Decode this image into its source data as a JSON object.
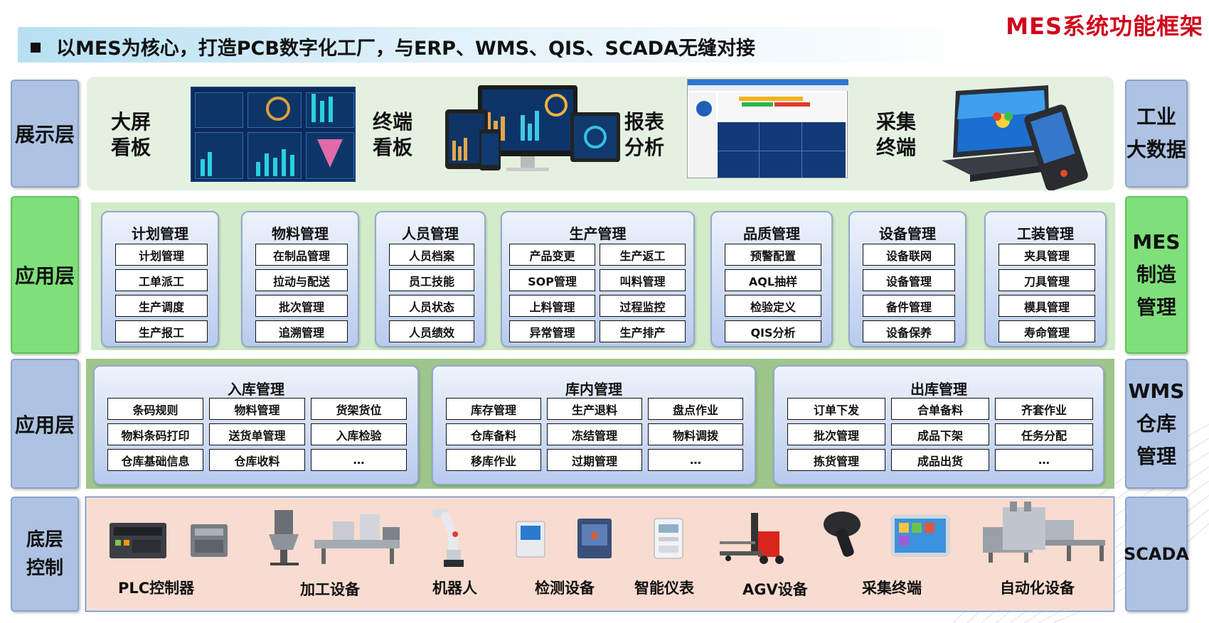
{
  "header": {
    "corner_title": "MES系统功能框架",
    "subtitle": "以MES为核心，打造PCB数字化工厂，与ERP、WMS、QIS、SCADA无缝对接"
  },
  "left_labels": {
    "display": "展示层",
    "mes_app": "应用层",
    "wms_app": "应用层",
    "control": "底层\n控制"
  },
  "right_labels": {
    "bigdata": "工业\n大数据",
    "mes": "MES\n制造\n管理",
    "wms": "WMS\n仓库\n管理",
    "scada": "SCADA"
  },
  "display_layer": {
    "items": [
      "大屏\n看板",
      "终端\n看板",
      "报表\n分析",
      "采集\n终端"
    ]
  },
  "mes_modules": [
    {
      "title": "计划管理",
      "items": [
        "计划管理",
        "工单派工",
        "生产调度",
        "生产报工"
      ]
    },
    {
      "title": "物料管理",
      "items": [
        "在制品管理",
        "拉动与配送",
        "批次管理",
        "追溯管理"
      ]
    },
    {
      "title": "人员管理",
      "items": [
        "人员档案",
        "员工技能",
        "人员状态",
        "人员绩效"
      ]
    },
    {
      "title": "生产管理",
      "items": [
        "产品变更",
        "生产返工",
        "SOP管理",
        "叫料管理",
        "上料管理",
        "过程监控",
        "异常管理",
        "生产排产"
      ]
    },
    {
      "title": "品质管理",
      "items": [
        "预警配置",
        "AQL抽样",
        "检验定义",
        "QIS分析"
      ]
    },
    {
      "title": "设备管理",
      "items": [
        "设备联网",
        "设备管理",
        "备件管理",
        "设备保养"
      ]
    },
    {
      "title": "工装管理",
      "items": [
        "夹具管理",
        "刀具管理",
        "模具管理",
        "寿命管理"
      ]
    }
  ],
  "wms_modules": [
    {
      "title": "入库管理",
      "items": [
        "条码规则",
        "物料管理",
        "货架货位",
        "物料条码打印",
        "送货单管理",
        "入库检验",
        "仓库基础信息",
        "仓库收料",
        "…"
      ]
    },
    {
      "title": "库内管理",
      "items": [
        "库存管理",
        "生产退料",
        "盘点作业",
        "仓库备料",
        "冻结管理",
        "物料调拨",
        "移库作业",
        "过期管理",
        "…"
      ]
    },
    {
      "title": "出库管理",
      "items": [
        "订单下发",
        "合单备料",
        "齐套作业",
        "批次管理",
        "成品下架",
        "任务分配",
        "拣货管理",
        "成品出货",
        "…"
      ]
    }
  ],
  "control_layer": {
    "devices": [
      "PLC控制器",
      "加工设备",
      "机器人",
      "检测设备",
      "智能仪表",
      "AGV设备",
      "采集终端",
      "自动化设备"
    ]
  },
  "colors": {
    "accent_red": "#d0021b",
    "side_blue": "#aec3e3",
    "side_green": "#7fe07a",
    "display_bg": "#e4f1e1",
    "mes_bg": "#d2ebc9",
    "wms_bg": "#9ec68c",
    "control_bg": "#f9dcd0"
  }
}
